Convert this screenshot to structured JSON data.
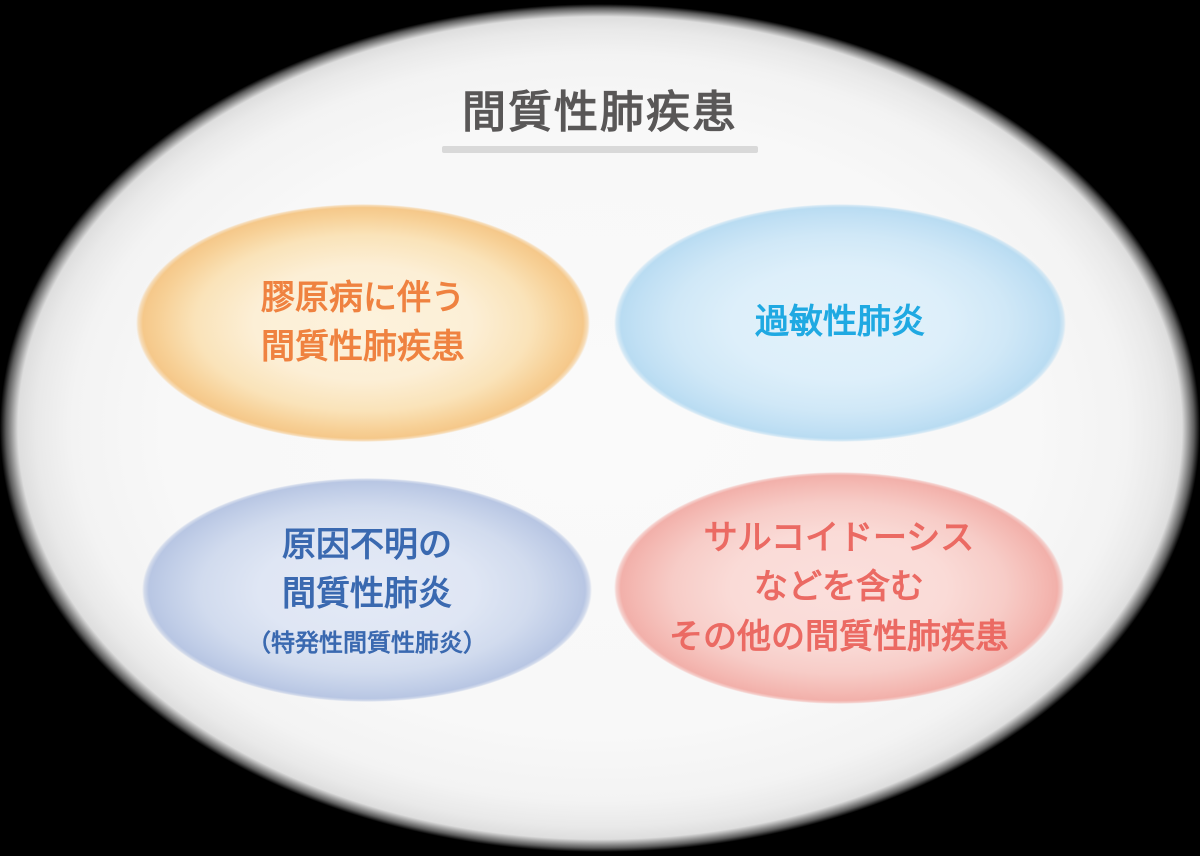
{
  "diagram": {
    "title": "間質性肺疾患",
    "colors": {
      "background": "#000000",
      "outer_ellipse_fill": "#f8f8f8",
      "title_text": "#595757",
      "title_underline": "#d9d9d9"
    },
    "bubbles": [
      {
        "id": "collagen-ild",
        "lines": [
          "膠原病に伴う",
          "間質性肺疾患"
        ],
        "text_color": "#ef8240",
        "fill_center": "#fcefd6",
        "fill_edge": "#f5c88a"
      },
      {
        "id": "hypersensitivity-pneumonitis",
        "lines": [
          "過敏性肺炎"
        ],
        "text_color": "#1fa9e2",
        "fill_center": "#ddeffa",
        "fill_edge": "#b9dcf2"
      },
      {
        "id": "idiopathic-interstitial-pneumonia",
        "lines": [
          "原因不明の",
          "間質性肺炎"
        ],
        "sub_label": "（特発性間質性肺炎）",
        "text_color": "#3a69b0",
        "fill_center": "#dfe6f4",
        "fill_edge": "#b8c6e3"
      },
      {
        "id": "other-ild",
        "lines": [
          "サルコイドーシス",
          "などを含む",
          "その他の間質性肺疾患"
        ],
        "text_color": "#eb6a63",
        "fill_center": "#fadbd7",
        "fill_edge": "#f2b0aa"
      }
    ]
  }
}
